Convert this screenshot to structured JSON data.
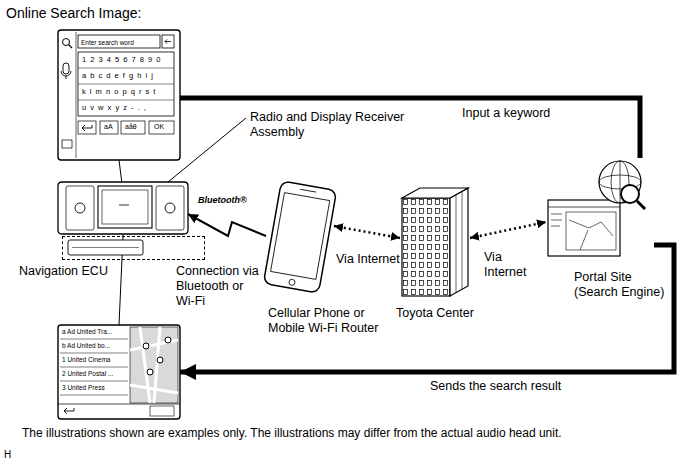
{
  "diagram": {
    "title": "Online Search Image:",
    "caption": "The illustrations shown are examples only. The illustrations may differ from the actual audio head unit.",
    "nodes": [
      {
        "text": [
          "Enter search word",
          "1 2 3 4 5 6 7 8 9 0",
          "a b c d e f g h i j",
          "k l m n o p q r s t",
          "u v w x y z - . ,",
          "aA",
          "aåθ",
          "OK"
        ]
      },
      {
        "text": [
          "Radio and Display Receiver Assembly"
        ]
      },
      {
        "text": [
          "Navigation ECU"
        ]
      },
      {
        "text": [
          "Cellular Phone or Mobile Wi-Fi Router"
        ]
      },
      {
        "text": [
          "Toyota Center"
        ]
      },
      {
        "text": [
          "Portal Site (Search Engine)"
        ]
      },
      {
        "text": [
          "a Ad United Tra...",
          "b Ad United bo...",
          "1 United Cinema",
          "2 United Postal ...",
          "3 United Press"
        ]
      }
    ],
    "edges": [
      {
        "from": 0,
        "to": 5,
        "label": "Input a keyword",
        "arrow": "none"
      },
      {
        "from": 3,
        "to": 1,
        "label": "Connection via Bluetooth or Wi-Fi",
        "arrow": "to"
      },
      {
        "from": 3,
        "to": 4,
        "label": "Via Internet",
        "arrow": "both"
      },
      {
        "from": 4,
        "to": 5,
        "label": "Via Internet",
        "arrow": "both"
      },
      {
        "from": 5,
        "to": 6,
        "label": "Sends the search result",
        "arrow": "to"
      }
    ],
    "labels": [
      "Bluetooth®",
      "H"
    ]
  }
}
